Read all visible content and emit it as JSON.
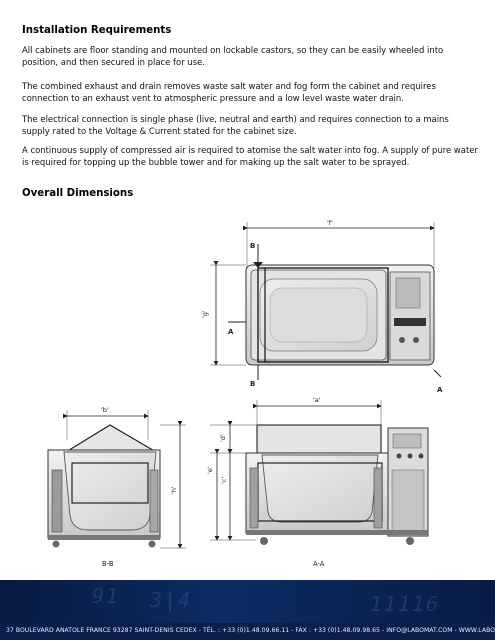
{
  "sections": {
    "installation": {
      "heading": "Installation Requirements",
      "paragraphs": [
        "All cabinets are floor standing and mounted on lockable castors, so they can be easily wheeled into position, and then secured in place for use.",
        "The combined exhaust and drain removes waste salt water and fog form the cabinet and requires connection to an exhaust vent to atmospheric pressure and a low level waste water drain.",
        "The electrical connection is single phase (live, neutral and earth) and requires connection to a mains supply rated to the Voltage & Current stated for the cabinet size.",
        "A continuous supply of compressed air is required to atomise the salt water into fog. A supply of pure water is required for topping up the bubble tower and for making up the salt water to be sprayed."
      ]
    },
    "dimensions": {
      "heading": "Overall Dimensions"
    }
  },
  "figure": {
    "dim_labels": {
      "f": "'f'",
      "g": "'g'",
      "b": "'b'",
      "h": "'h'",
      "a": "'a'",
      "d": "'d'",
      "e": "'e'",
      "c": "'c'"
    },
    "section_markers": {
      "A": "A",
      "B": "B"
    },
    "captions": {
      "bb": "B-B",
      "aa": "A-A"
    }
  },
  "footer": {
    "address": "37 BOULEVARD ANATOLE FRANCE 93287 SAINT-DENIS CEDEX - TÉL. : +33 (0)1.48.09.66.11 - FAX : +33 (0)1.48.09.98.65 - INFO@LABOMAT.COM - WWW.LABOMAT.EU",
    "decor_text": [
      "91",
      "3|4",
      "11116"
    ]
  }
}
